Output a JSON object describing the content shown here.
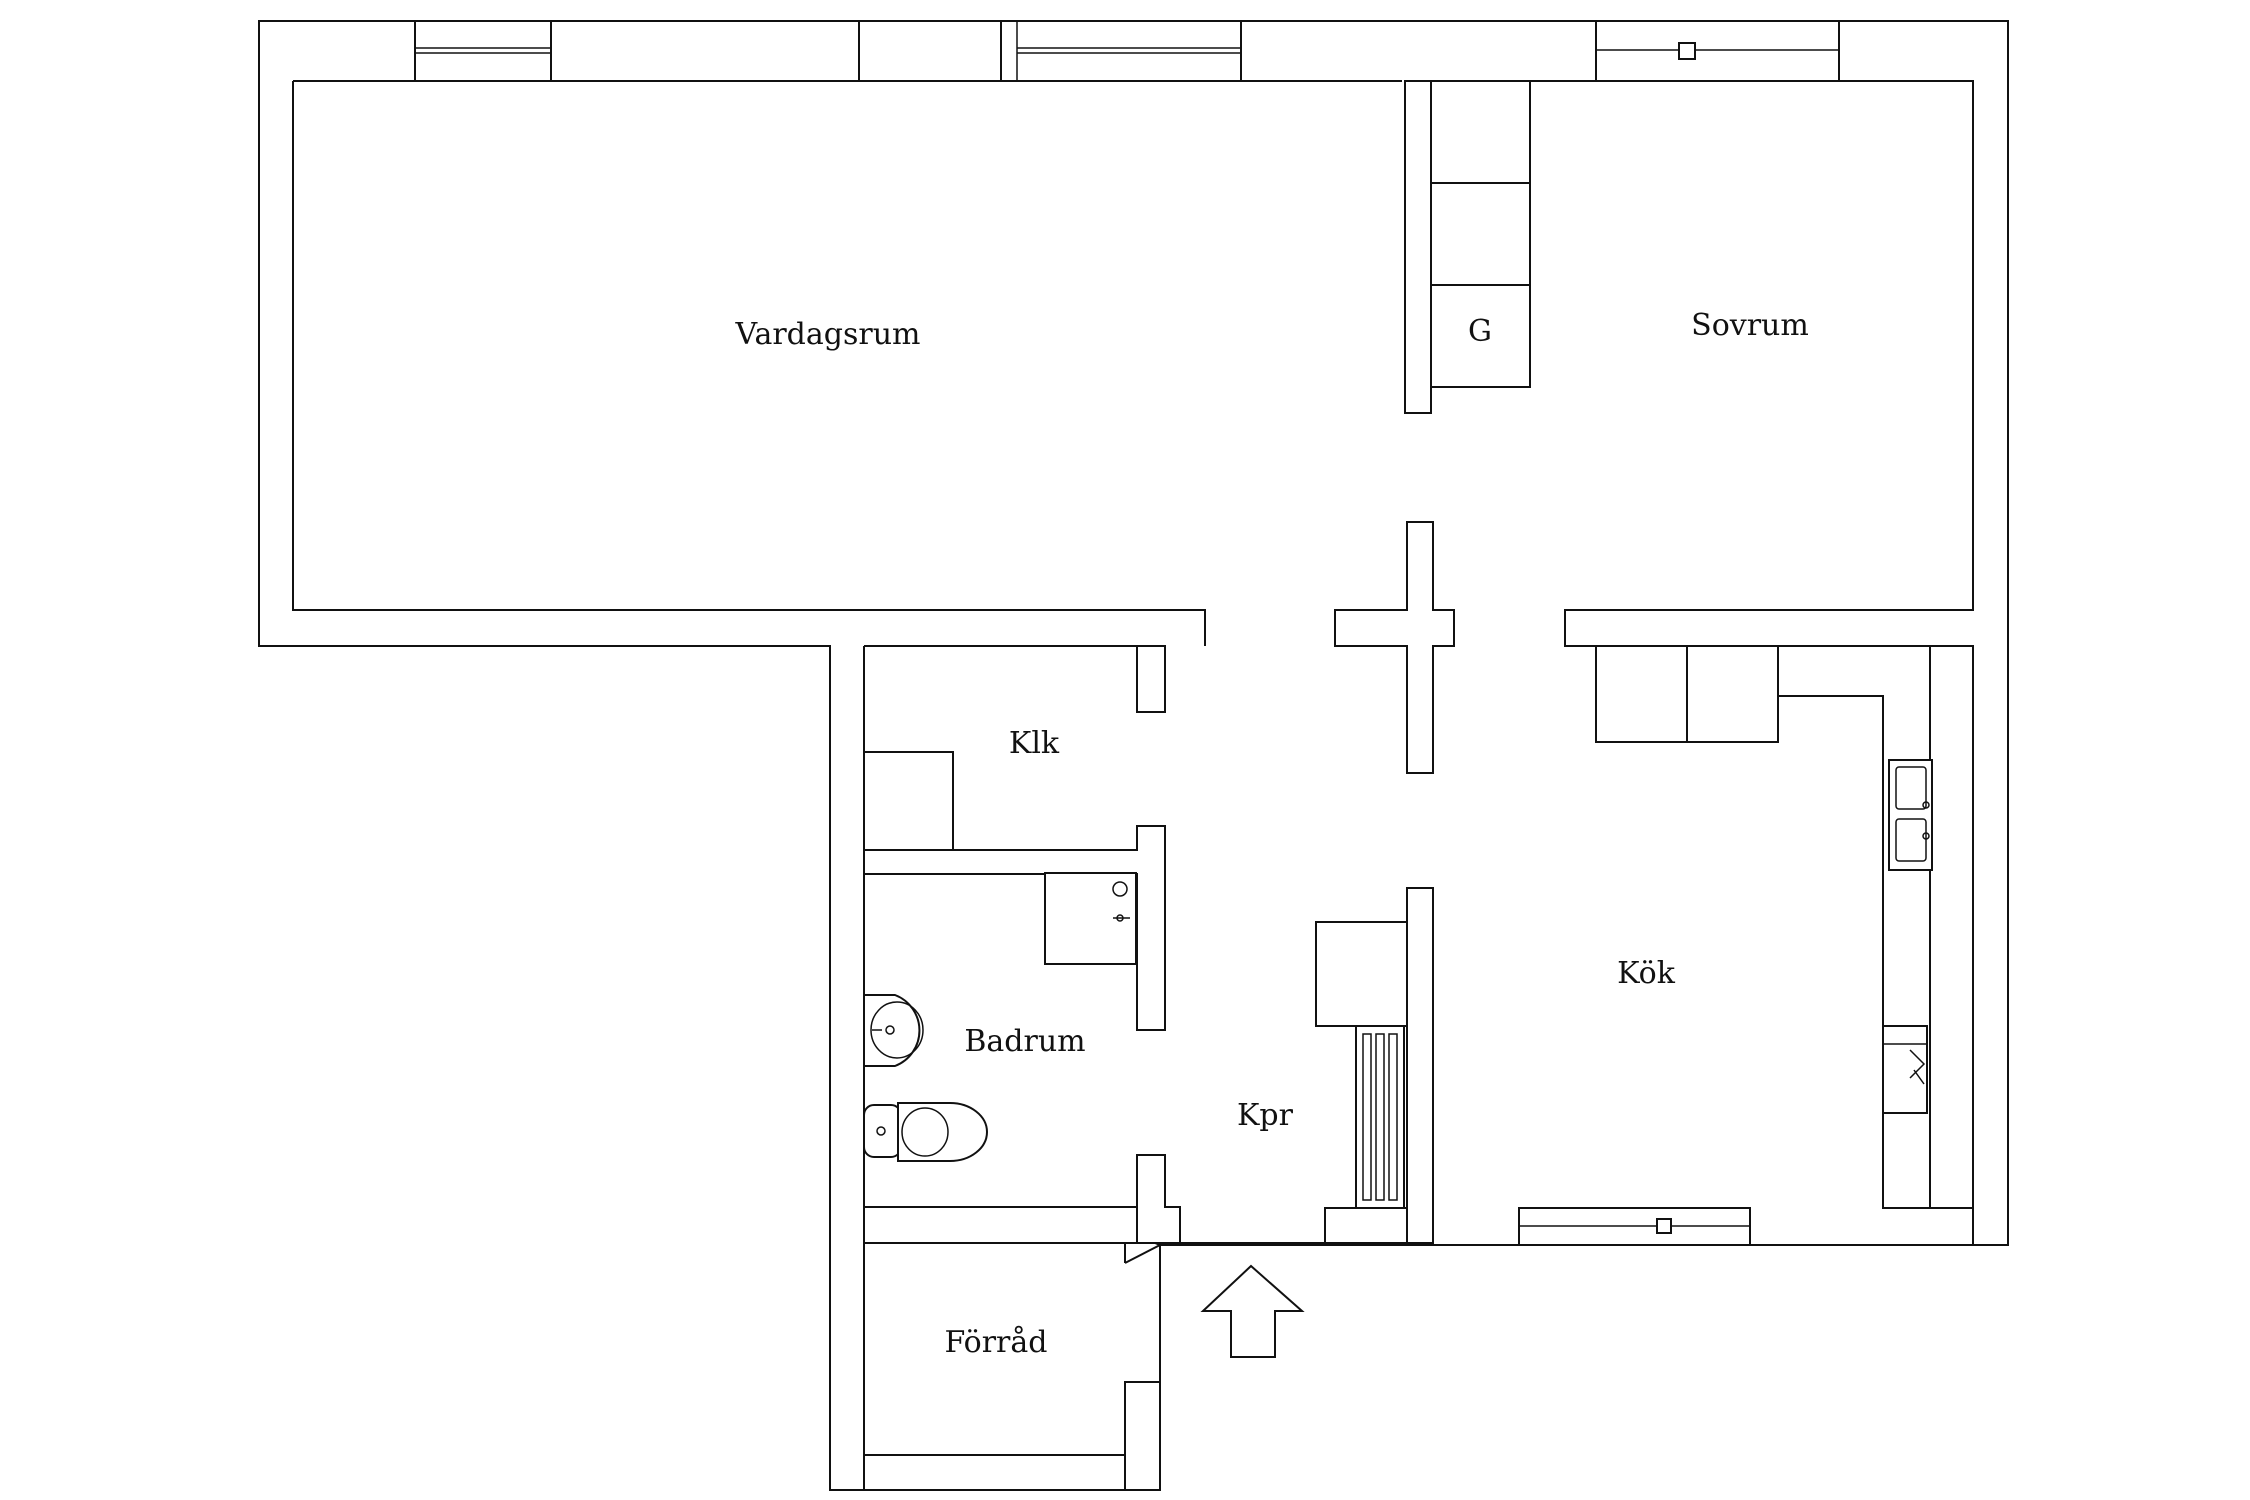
{
  "rooms": {
    "vardagsrum": "Vardagsrum",
    "sovrum": "Sovrum",
    "garderob": "G",
    "klk": "Klk",
    "badrum": "Badrum",
    "kpr": "Kpr",
    "kok": "Kök",
    "forrad": "Förråd"
  },
  "icons": {
    "entrance": "arrow-up-icon"
  }
}
